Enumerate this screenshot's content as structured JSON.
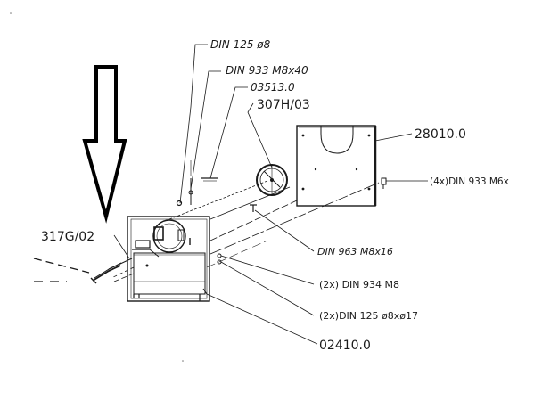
{
  "labels": {
    "din125_d8": "DIN 125 ø8",
    "din933_m8x40": "DIN 933 M8x40",
    "part_03513": "03513.0",
    "part_307h": "307H/03",
    "part_28010": "28010.0",
    "din933_m6x": "(4x)DIN 933 M6x",
    "part_317g": "317G/02",
    "din963": "DIN 963 M8x16",
    "din934": "(2x) DIN 934 M8",
    "din125_2x": "(2x)DIN 125 ø8xø17",
    "part_02410": "02410.0"
  },
  "icons": {
    "arrow": "down-arrow-icon"
  }
}
